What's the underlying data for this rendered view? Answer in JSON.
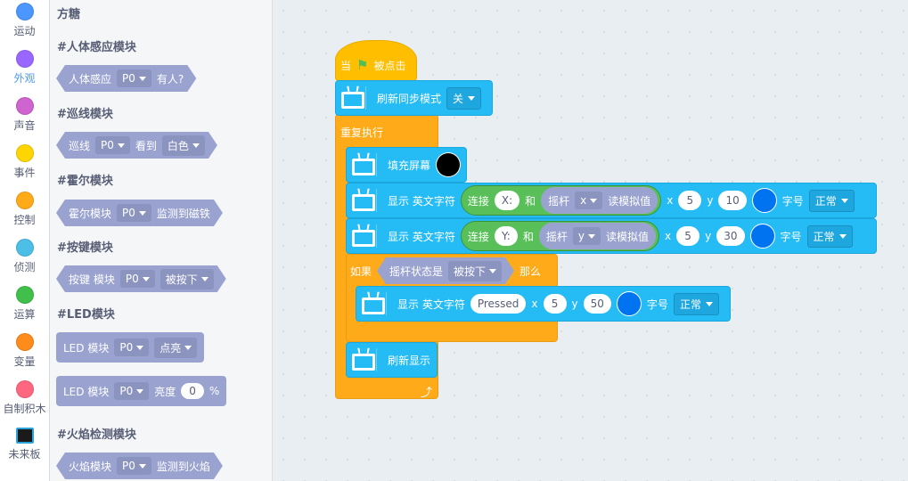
{
  "categories": [
    {
      "label": "运动",
      "color": "#4c97ff"
    },
    {
      "label": "外观",
      "color": "#9966ff",
      "selected": true
    },
    {
      "label": "声音",
      "color": "#cf63cf"
    },
    {
      "label": "事件",
      "color": "#ffd500"
    },
    {
      "label": "控制",
      "color": "#ffab19"
    },
    {
      "label": "侦测",
      "color": "#4cbfe6"
    },
    {
      "label": "运算",
      "color": "#40bf4a"
    },
    {
      "label": "变量",
      "color": "#ff8c1a"
    },
    {
      "label": "自制积木",
      "color": "#ff6680"
    },
    {
      "label": "未来板",
      "icon": "board-icon"
    }
  ],
  "palette": {
    "title": "方糖",
    "h_body": "#人体感应模块",
    "body": {
      "label": "人体感应",
      "port": "P0",
      "suffix": "有人?"
    },
    "h_line": "#巡线模块",
    "line": {
      "label": "巡线",
      "port": "P0",
      "mid": "看到",
      "color": "白色"
    },
    "h_hall": "#霍尔模块",
    "hall": {
      "label": "霍尔模块",
      "port": "P0",
      "suffix": "监测到磁铁"
    },
    "h_key": "#按键模块",
    "key": {
      "label": "按键 模块",
      "port": "P0",
      "state": "被按下"
    },
    "h_led": "#LED模块",
    "led1": {
      "label": "LED 模块",
      "port": "P0",
      "state": "点亮"
    },
    "led2": {
      "label": "LED 模块",
      "port": "P0",
      "mid": "亮度",
      "value": "0",
      "unit": "%"
    },
    "h_fire": "#火焰检测模块",
    "fire": {
      "label": "火焰模块",
      "port": "P0",
      "suffix": "监测到火焰"
    }
  },
  "script": {
    "hat": {
      "when": "当",
      "clicked": "被点击"
    },
    "sync": {
      "label": "刷新同步模式",
      "value": "关"
    },
    "forever": "重复执行",
    "fill": {
      "label": "填充屏幕",
      "color": "#000000"
    },
    "show1": {
      "label": "显示 英文字符",
      "join": "连接",
      "text": "X:",
      "and": "和",
      "joy": "摇杆",
      "axis": "x",
      "read": "读模拟值",
      "x_label": "x",
      "x": "5",
      "y_label": "y",
      "y": "10",
      "color": "#0074f0",
      "size_label": "字号",
      "size": "正常"
    },
    "show2": {
      "label": "显示 英文字符",
      "join": "连接",
      "text": "Y:",
      "and": "和",
      "joy": "摇杆",
      "axis": "y",
      "read": "读模拟值",
      "x_label": "x",
      "x": "5",
      "y_label": "y",
      "y": "30",
      "color": "#0074f0",
      "size_label": "字号",
      "size": "正常"
    },
    "if": {
      "if": "如果",
      "cond": "摇杆状态是",
      "state": "被按下",
      "then": "那么"
    },
    "show3": {
      "label": "显示 英文字符",
      "text": "Pressed",
      "x_label": "x",
      "x": "5",
      "y_label": "y",
      "y": "50",
      "color": "#0074f0",
      "size_label": "字号",
      "size": "正常"
    },
    "refresh": "刷新显示"
  }
}
